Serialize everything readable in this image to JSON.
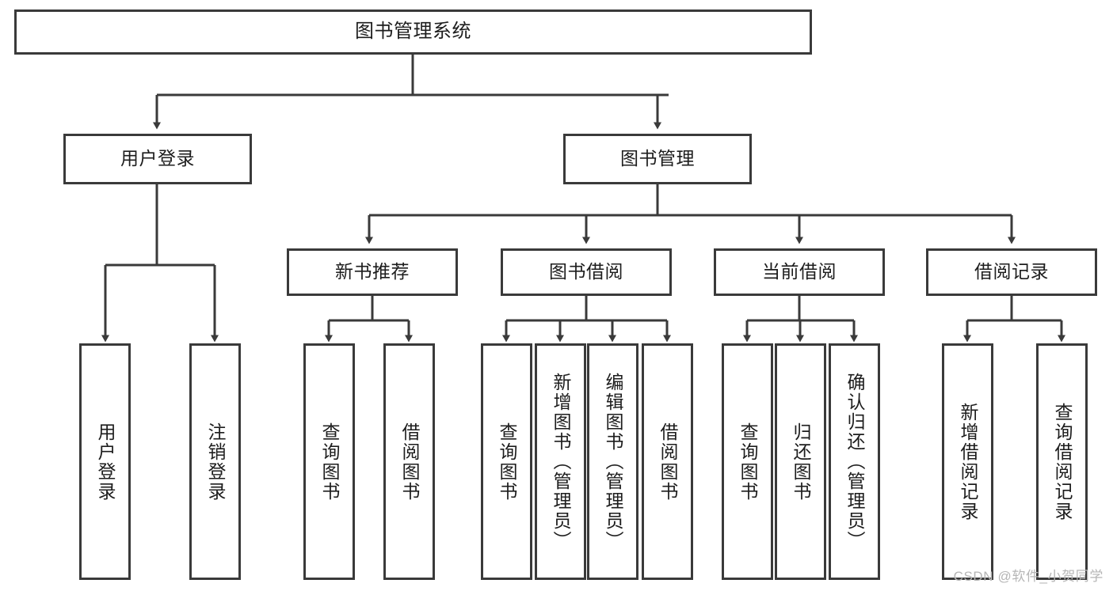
{
  "diagram": {
    "title": "图书管理系统",
    "type": "tree-hierarchy",
    "watermark": "CSDN @软件_小贺同学",
    "colors": {
      "background": "#ffffff",
      "box_border": "#3a3a3a",
      "box_fill": "#ffffff",
      "text": "#1d1d1d",
      "edge": "#3a3a3a",
      "watermark": "#b6b6b6"
    },
    "nodes": {
      "root": {
        "id": "root",
        "label": "图书管理系统",
        "level": 1,
        "orientation": "horizontal"
      },
      "l2": [
        {
          "id": "user-login",
          "label": "用户登录",
          "level": 2,
          "orientation": "horizontal"
        },
        {
          "id": "book-manage",
          "label": "图书管理",
          "level": 2,
          "orientation": "horizontal"
        }
      ],
      "l3": [
        {
          "id": "new-book-recommend",
          "label": "新书推荐",
          "level": 3,
          "orientation": "horizontal",
          "parent": "book-manage"
        },
        {
          "id": "book-borrow",
          "label": "图书借阅",
          "level": 3,
          "orientation": "horizontal",
          "parent": "book-manage"
        },
        {
          "id": "current-borrow",
          "label": "当前借阅",
          "level": 3,
          "orientation": "horizontal",
          "parent": "book-manage"
        },
        {
          "id": "borrow-record",
          "label": "借阅记录",
          "level": 3,
          "orientation": "horizontal",
          "parent": "book-manage"
        }
      ],
      "leaves": [
        {
          "id": "leaf-user-login",
          "label": "用户登录",
          "parent": "user-login",
          "orientation": "vertical"
        },
        {
          "id": "leaf-logout-login",
          "label": "注销登录",
          "parent": "user-login",
          "orientation": "vertical"
        },
        {
          "id": "leaf-query-book-1",
          "label": "查询图书",
          "parent": "new-book-recommend",
          "orientation": "vertical"
        },
        {
          "id": "leaf-borrow-book-1",
          "label": "借阅图书",
          "parent": "new-book-recommend",
          "orientation": "vertical"
        },
        {
          "id": "leaf-query-book-2",
          "label": "查询图书",
          "parent": "book-borrow",
          "orientation": "vertical"
        },
        {
          "id": "leaf-add-book",
          "label": "新增图书（管理员）",
          "parent": "book-borrow",
          "orientation": "vertical"
        },
        {
          "id": "leaf-edit-book",
          "label": "编辑图书（管理员）",
          "parent": "book-borrow",
          "orientation": "vertical"
        },
        {
          "id": "leaf-borrow-book-2",
          "label": "借阅图书",
          "parent": "book-borrow",
          "orientation": "vertical"
        },
        {
          "id": "leaf-query-book-3",
          "label": "查询图书",
          "parent": "current-borrow",
          "orientation": "vertical"
        },
        {
          "id": "leaf-return-book",
          "label": "归还图书",
          "parent": "current-borrow",
          "orientation": "vertical"
        },
        {
          "id": "leaf-confirm-return",
          "label": "确认归还（管理员）",
          "parent": "current-borrow",
          "orientation": "vertical"
        },
        {
          "id": "leaf-add-record",
          "label": "新增借阅记录",
          "parent": "borrow-record",
          "orientation": "vertical"
        },
        {
          "id": "leaf-query-record",
          "label": "查询借阅记录",
          "parent": "borrow-record",
          "orientation": "vertical"
        }
      ]
    }
  }
}
